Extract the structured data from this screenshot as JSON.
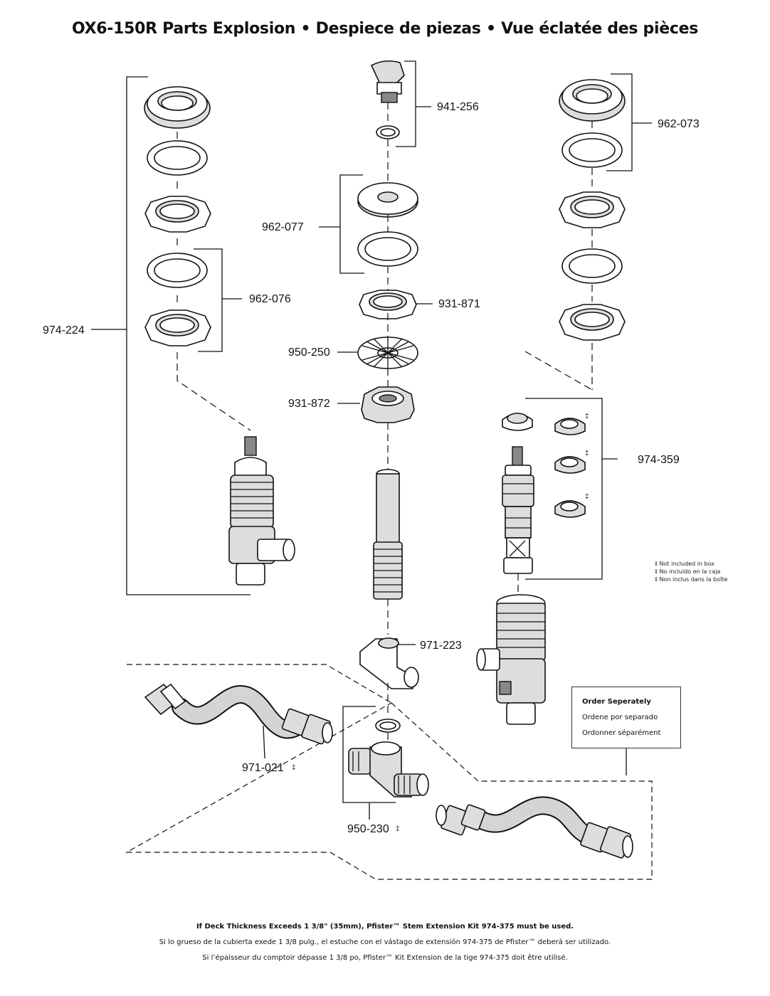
{
  "title": "OX6-150R  Parts Explosion  •  Despiece de piezas  •  Vue éclatée des pièces",
  "parts": {
    "p974_224": "974-224",
    "p962_076": "962-076",
    "p941_256": "941-256",
    "p962_077": "962-077",
    "p931_871": "931-871",
    "p950_250": "950-250",
    "p931_872": "931-872",
    "p962_073": "962-073",
    "p974_359": "974-359",
    "p971_223": "971-223",
    "p971_021": "971-021",
    "p950_230": "950-230"
  },
  "marks": {
    "double_dagger": "‡"
  },
  "note_lines": [
    "‡ Not included in box",
    "‡ No incluido en la caja",
    "‡ Non inclus dans la boîte"
  ],
  "order_box": {
    "line1": "Order Seperately",
    "line2": "Ordene por separado",
    "line3": "Ordonner séparément"
  },
  "footer": {
    "line1": "If Deck Thickness Exceeds 1 3/8\" (35mm), Pfister™ Stem Extension Kit 974-375 must be used.",
    "line2": "Si lo grueso de la cubierta exede 1 3/8 pulg., el estuche con el vástago de extensión 974-375 de Pfister™ deberá ser utilizado.",
    "line3": "Si l’épaisseur du comptoir dépasse 1 3/8 po, Pfister™ Kit Extension de la tige 974-375 doit être utilisé."
  }
}
